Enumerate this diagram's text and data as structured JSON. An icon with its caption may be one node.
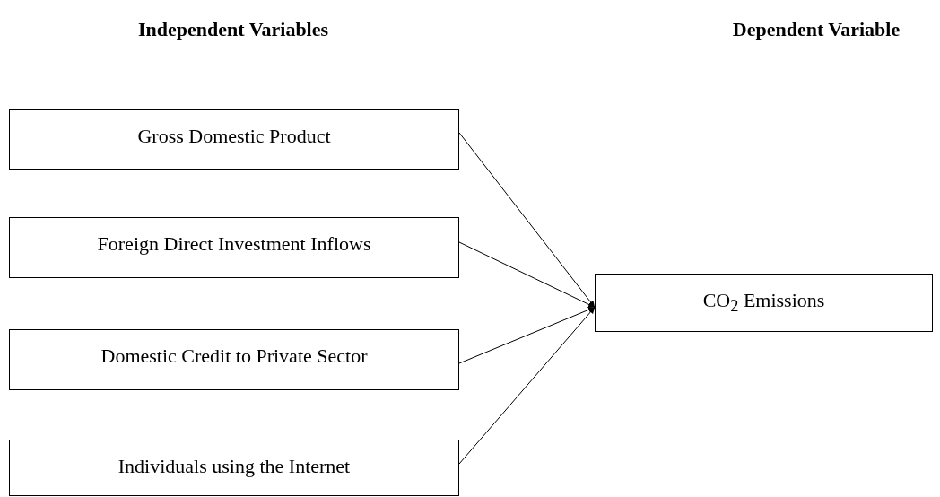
{
  "diagram": {
    "nodes": [
      {
        "text": [
          "Gross Domestic Product"
        ]
      },
      {
        "text": [
          "Foreign Direct Investment Inflows"
        ]
      },
      {
        "text": [
          "Domestic Credit to Private Sector"
        ]
      },
      {
        "text": [
          "Individuals using the Internet"
        ]
      },
      {
        "text": [
          "CO$_{2}$ Emissions"
        ]
      }
    ],
    "edges": [
      {
        "from": 0,
        "to": 4,
        "arrow": "to"
      },
      {
        "from": 1,
        "to": 4,
        "arrow": "to"
      },
      {
        "from": 2,
        "to": 4,
        "arrow": "to"
      },
      {
        "from": 3,
        "to": 4,
        "arrow": "to"
      }
    ],
    "labels": [
      "Independent Variables",
      "Dependent Variable"
    ]
  }
}
